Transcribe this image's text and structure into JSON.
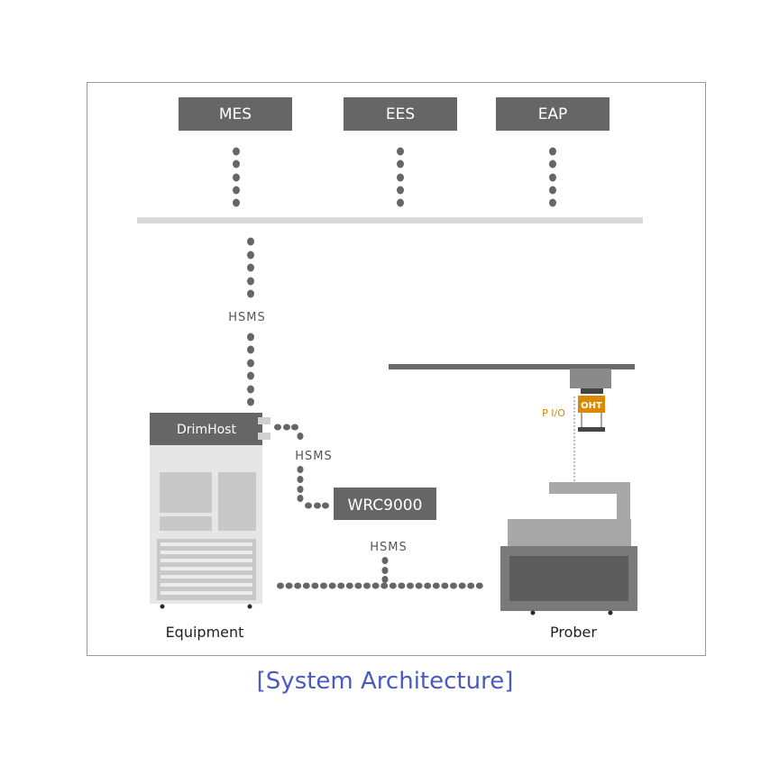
{
  "systems": [
    "MES",
    "EES",
    "EAP"
  ],
  "labels": {
    "hsms_top": "HSMS",
    "hsms_mid": "HSMS",
    "hsms_bottom": "HSMS",
    "drimhost": "DrimHost",
    "wrc": "WRC9000",
    "oht": "OHT",
    "pio": "P I/O",
    "equipment": "Equipment",
    "prober": "Prober"
  },
  "caption": "[System Architecture]",
  "colors": {
    "box": "#666666",
    "bus": "#d9d9d9",
    "dots": "#707070",
    "oht": "#d98a00",
    "caption": "#4a5bbf"
  }
}
